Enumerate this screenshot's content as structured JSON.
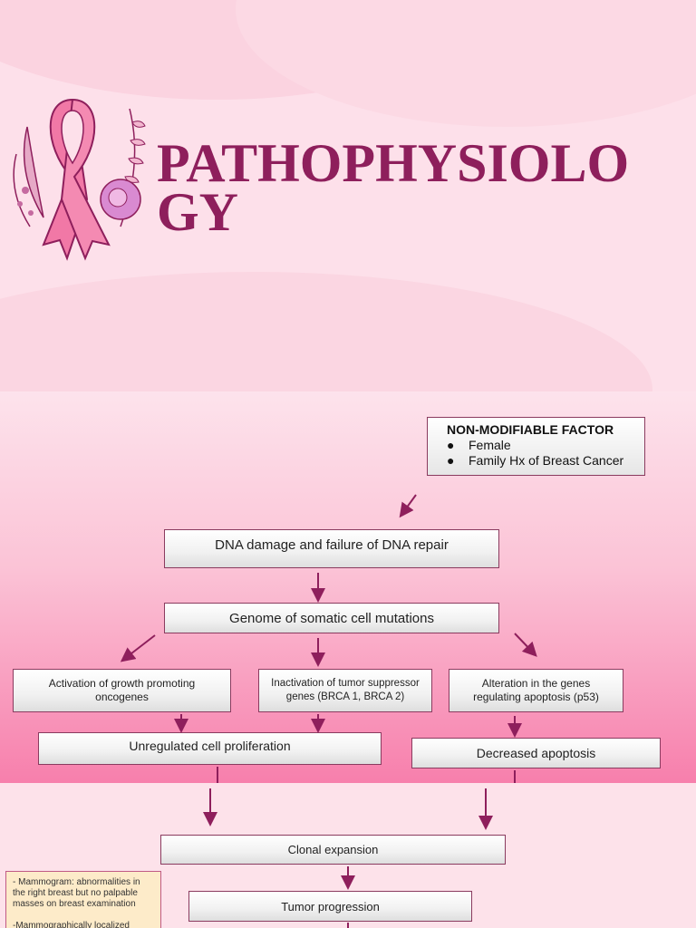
{
  "slide1": {
    "title": "PATHOPHYSIOLOGY",
    "colors": {
      "title": "#8e1f5c",
      "ribbon": "#f178a6",
      "background": "#fde0ea"
    },
    "icon": "pink-ribbon-with-flowers"
  },
  "slide2": {
    "factor": {
      "heading": "NON-MODIFIABLE FACTOR",
      "items": [
        "Female",
        "Family Hx of Breast Cancer"
      ]
    },
    "nodes": {
      "dna_damage": "DNA damage and failure of DNA repair",
      "genome": "Genome of somatic cell mutations",
      "activation": "Activation of growth promoting oncogenes",
      "inactivation": "Inactivation of tumor suppressor genes (BRCA 1, BRCA 2)",
      "alteration": "Alteration in the genes regulating apoptosis (p53)",
      "unregulated": "Unregulated cell proliferation",
      "decreased": "Decreased apoptosis"
    }
  },
  "slide3": {
    "nodes": {
      "clonal": "Clonal expansion",
      "tumor": "Tumor progression"
    },
    "note_line1": "- Mammogram: abnormalities in the right breast but no palpable masses on breast examination",
    "note_line2": "-Mammographically localized"
  }
}
